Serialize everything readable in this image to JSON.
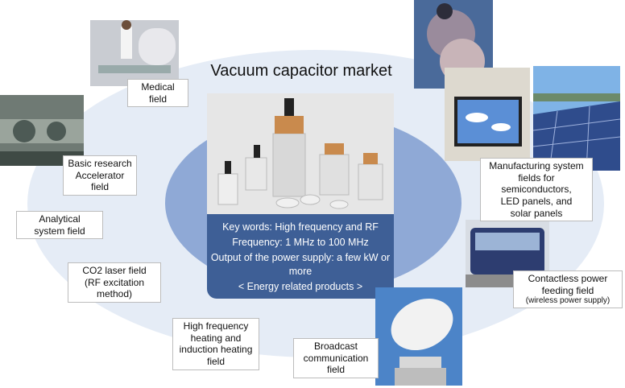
{
  "title": "Vacuum capacitor market",
  "center": {
    "keywords": "Key words: High frequency and RF",
    "frequency": "Frequency: 1 MHz to 100 MHz",
    "output": "Output of the power supply: a few kW or more",
    "products": "< Energy related products >"
  },
  "fields": {
    "medical": [
      "Medical",
      "field"
    ],
    "basic_research": [
      "Basic research",
      "Accelerator",
      "field"
    ],
    "analytical": [
      "Analytical",
      "system field"
    ],
    "co2_laser": [
      "CO2 laser field",
      "(RF excitation",
      "method)"
    ],
    "high_frequency": [
      "High frequency",
      "heating and",
      "induction heating",
      "field"
    ],
    "broadcast": [
      "Broadcast",
      "communication",
      "field"
    ],
    "manufacturing": [
      "Manufacturing system",
      "fields for",
      "semiconductors,",
      "LED panels, and",
      "solar panels"
    ],
    "contactless": [
      "Contactless power",
      "feeding field",
      "(wireless power supply)"
    ]
  },
  "colors": {
    "outer_ellipse": "#e5ecf6",
    "inner_ellipse": "#8fa9d6",
    "keyword_box": "#3e5f96"
  }
}
